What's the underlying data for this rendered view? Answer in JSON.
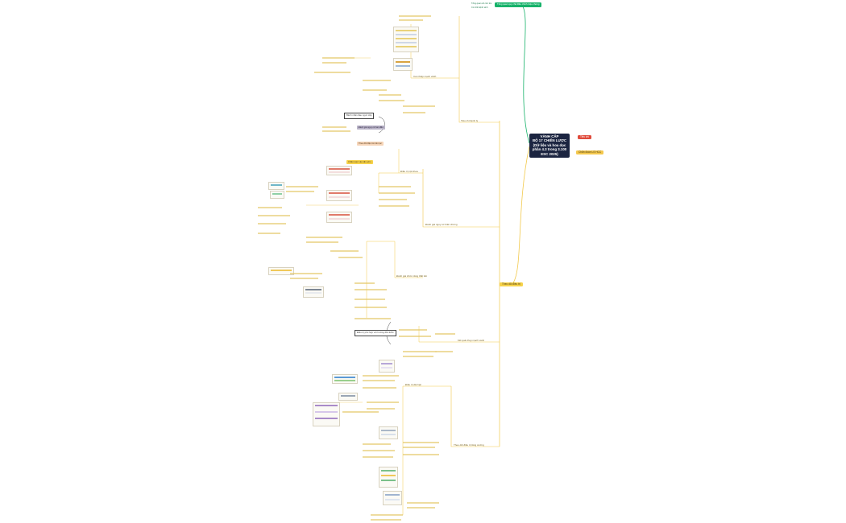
{
  "root": {
    "lines": [
      "VÀNH CẤP",
      "BỘ 17 CHIẾN LƯỢC",
      "(Dữ liệu và hoa dọc",
      "phần 4.3 trong 3.100",
      "ESC 2025)"
    ]
  },
  "badges": {
    "red": "Tiêu chí",
    "orange": "Chẩn đoán LS HCC",
    "green": "Tổng quan quy chế điều chỉnh triệu chứng"
  },
  "top_small": [
    "Tổng quan về cơn tim",
    "Cơ chế bệnh sinh"
  ],
  "hub": "Theo dõi điều trị",
  "sections": [
    "Tiêu chí bệnh lý",
    "Đánh giá nguy cơ biến chứng",
    "Kết quả chụp mạch vành",
    "Theo dõi điều trị tăng cường",
    "Can thiệp mạch vành",
    "Điều trị nội khoa",
    "Đánh giá chức năng thất trái",
    "Điều trị dài hạn"
  ],
  "notes": [
    "Bệnh nhân đau ngực cấp",
    "Điều trị phù hợp với hướng dẫn ESC"
  ],
  "boxes": {
    "purple1": "Đánh giá nguy cơ ban đầu",
    "peach1": "Theo dõi điện tim liên tục",
    "yellow1": "Chiến lược xâm lấn sớm"
  }
}
